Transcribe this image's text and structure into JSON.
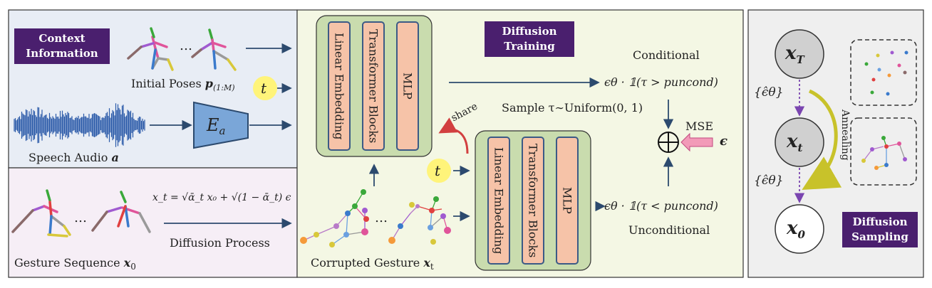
{
  "context": {
    "tag": "Context Information",
    "initial_poses": "Initial Poses",
    "initial_poses_sym": "p",
    "initial_poses_sub": "(1:M)",
    "dots": "…",
    "t_symbol": "t",
    "speech_audio": "Speech Audio",
    "speech_sym": "a",
    "encoder": "E",
    "encoder_sub": "a"
  },
  "gesture": {
    "sequence_label": "Gesture Sequence",
    "sequence_sym": "x",
    "sequence_sub": "0",
    "dots": "…",
    "equation": "x_t = √ᾱ_t x₀ + √(1 − ᾱ_t) ϵ",
    "process_label": "Diffusion Process"
  },
  "training": {
    "tag": "Diffusion Training",
    "block_linear": "Linear Embedding",
    "block_transformer": "Transformer Blocks",
    "block_mlp": "MLP",
    "share_label": "share",
    "t_symbol": "t",
    "conditional_label": "Conditional",
    "conditional_expr": "ϵθ · 𝟙(τ > puncond)",
    "sample_label": "Sample τ∼Uniform(0, 1)",
    "mse_label": "MSE",
    "epsilon": "ϵ",
    "unconditional_expr": "ϵθ · 𝟙(τ < puncond)",
    "unconditional_label": "Unconditional",
    "corrupted_label": "Corrupted Gesture",
    "corrupted_sym": "x",
    "corrupted_sub": "t",
    "dots": "…",
    "oplus": "⊕"
  },
  "sampling": {
    "tag": "Diffusion Sampling",
    "node_T": "x",
    "node_T_sub": "T",
    "node_t": "x",
    "node_t_sub": "t",
    "node_0": "x",
    "node_0_sub": "0",
    "eps_hat_1": "{ϵ̂θ}",
    "eps_hat_2": "{ϵ̂θ}",
    "annealing": "Annealing"
  },
  "colors": {
    "context_bg": "#e8edf5",
    "gesture_bg": "#f6eef6",
    "training_bg": "#f4f7e4",
    "sampling_bg": "#efefef",
    "tag_bg": "#4a1f6e",
    "block_fill": "#f6c3a8",
    "block_border": "#3b5a86",
    "module_bg": "#c9dcae",
    "arrow": "#2c4a6e",
    "audio": "#2a5aa8",
    "t_circle": "#fff47a"
  }
}
